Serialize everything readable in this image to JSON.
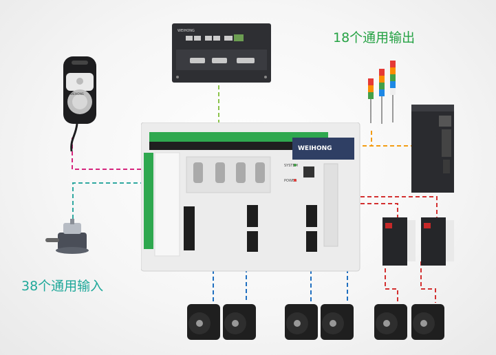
{
  "labels": {
    "outputs": "18个通用输出",
    "inputs": "38个通用输入",
    "output_color": "#25a244",
    "input_color": "#1fa89a"
  },
  "brand": {
    "handwheel": "WEIHONG",
    "controller": "WEIHONG",
    "terminal": "WEIHONG"
  },
  "board": {
    "system_led": "SYSTEM",
    "power_led": "POWER"
  },
  "wire_colors": {
    "handwheel": "#d6257d",
    "probe": "#2fa8a0",
    "terminal": "#8bc34a",
    "outputs": "#f39c12",
    "servo_left": "#1f6fc0",
    "servo_right": "#d32f2f"
  },
  "icons": [
    "handwheel-icon",
    "tool-probe-icon",
    "signal-tower-icon",
    "servo-drive-icon",
    "servo-motor-icon"
  ]
}
